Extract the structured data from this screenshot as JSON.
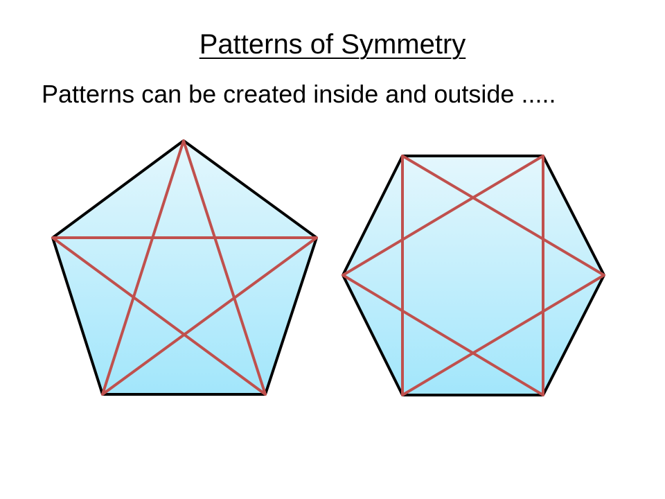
{
  "slide": {
    "title": "Patterns of Symmetry",
    "subtitle": "Patterns can be created inside and outside ....."
  },
  "colors": {
    "shape_fill_top": "#e4f7fd",
    "shape_fill_bottom": "#a2e6fb",
    "outline": "#000000",
    "pattern_line": "#c0504d"
  },
  "shapes": [
    {
      "kind": "pentagon",
      "pattern": "pentagram"
    },
    {
      "kind": "hexagon",
      "pattern": "hexagram"
    }
  ]
}
